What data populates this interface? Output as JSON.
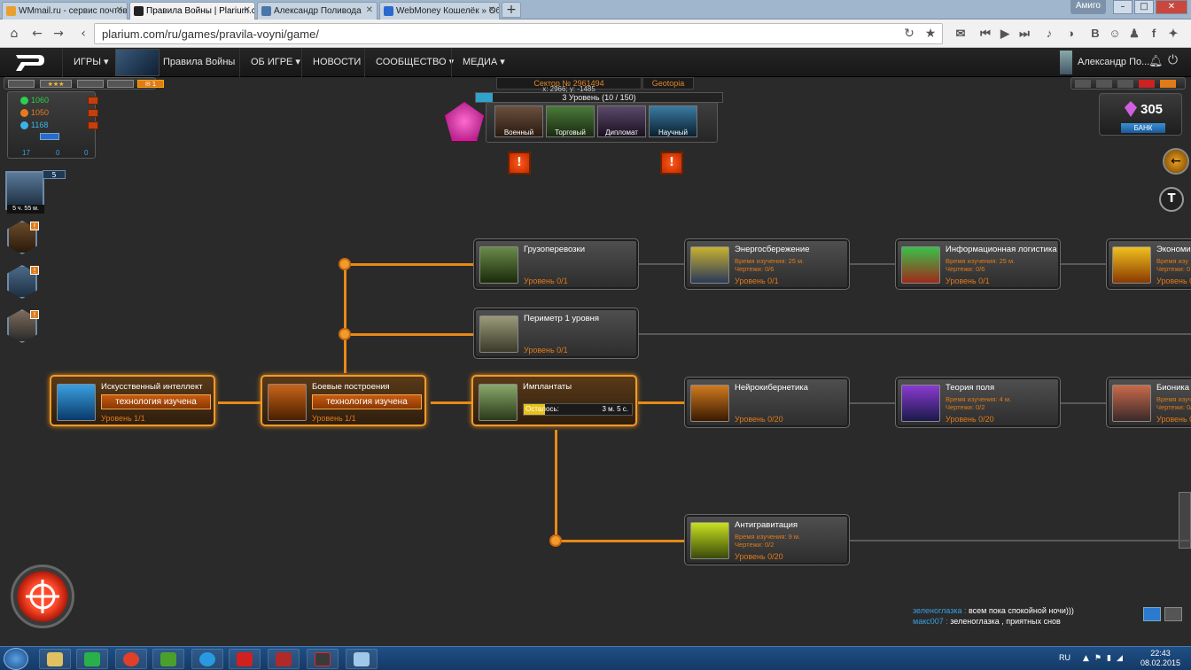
{
  "browser": {
    "tabs": [
      {
        "label": "WMmail.ru - сервис почтов",
        "favicon_color": "#e8a030"
      },
      {
        "label": "Правила Войны | Plarium.c",
        "favicon_color": "#222222"
      },
      {
        "label": "Александр Поливода",
        "favicon_color": "#4a76a8"
      },
      {
        "label": "WebMoney Кошелёк » Обз",
        "favicon_color": "#2a6ad0"
      }
    ],
    "new_tab": "+",
    "profile": "Амиго",
    "address": "plarium.com/ru/games/pravila-voyni/game/",
    "toolbar_icons": [
      "mail-icon",
      "rewind-icon",
      "play-icon",
      "forward-icon",
      "music-icon",
      "chat-icon",
      "В",
      "odnoklassniki-icon",
      "people-icon",
      "f",
      "twitter-icon",
      "menu-icon"
    ]
  },
  "sitenav": {
    "items": [
      "ИГРЫ ▾",
      "Правила Войны",
      "ОБ ИГРЕ ▾",
      "НОВОСТИ",
      "СООБЩЕСТВО ▾",
      "МЕДИА ▾"
    ],
    "username": "Александр По..."
  },
  "resources": {
    "r1": "1060",
    "r2": "1050",
    "r3": "1168",
    "units": [
      "17",
      "0",
      "0"
    ]
  },
  "hero_timer": "5 ч. 55 м.",
  "hero_level": "5",
  "top": {
    "sector": "Сектор № 2961494",
    "coords": "x: 2966; y: -1485",
    "geotopia": "Geotopia",
    "level": "3 Уровень (10 / 150)",
    "level_progress": 0.067,
    "advisors": [
      "Военный",
      "Торговый",
      "Дипломат",
      "Научный"
    ]
  },
  "crystals": {
    "value": "305",
    "bank": "БАНК"
  },
  "tech": {
    "n1": {
      "title": "Искусственный интеллект",
      "btn": "технология изучена",
      "level": "Уровень 1/1"
    },
    "n2": {
      "title": "Боевые построения",
      "btn": "технология изучена",
      "level": "Уровень 1/1"
    },
    "n3": {
      "title": "Имплантаты",
      "remain_label": "Осталось:",
      "remain_time": "3 м. 5 с.",
      "progress": 0.2
    },
    "n4": {
      "title": "Грузоперевозки",
      "level": "Уровень 0/1"
    },
    "n5": {
      "title": "Периметр 1 уровня",
      "level": "Уровень 0/1"
    },
    "n6": {
      "title": "Энергосбережение",
      "time": "Время изучения: 25 м.",
      "drawings": "Чертежи: 0/6",
      "level": "Уровень 0/1"
    },
    "n7": {
      "title": "Информационная логистика",
      "time": "Время изучения: 25 м.",
      "drawings": "Чертежи: 0/6",
      "level": "Уровень 0/1"
    },
    "n8": {
      "title": "Экономи",
      "time": "Время изу",
      "drawings": "Чертежи: 0",
      "level": "Уровень 0/1"
    },
    "n9": {
      "title": "Нейрокибернетика",
      "level": "Уровень 0/20"
    },
    "n10": {
      "title": "Теория поля",
      "time": "Время изучения: 4 м.",
      "drawings": "Чертежи: 0/2",
      "level": "Уровень 0/20"
    },
    "n11": {
      "title": "Бионика",
      "time": "Время изуч",
      "drawings": "Чертежи: 0/",
      "level": "Уровень 0/2"
    },
    "n12": {
      "title": "Антигравитация",
      "time": "Время изучения: 9 м.",
      "drawings": "Чертежи: 0/2",
      "level": "Уровень 0/20"
    }
  },
  "chat": [
    {
      "name": "зеленоглазка :",
      "text": "всем пока спокойной ночи)))"
    },
    {
      "name": "макс007 :",
      "text": "зеленоглазка , приятных снов"
    }
  ],
  "taskbar": {
    "lang": "RU",
    "time": "22:43",
    "date": "08.02.2015"
  }
}
